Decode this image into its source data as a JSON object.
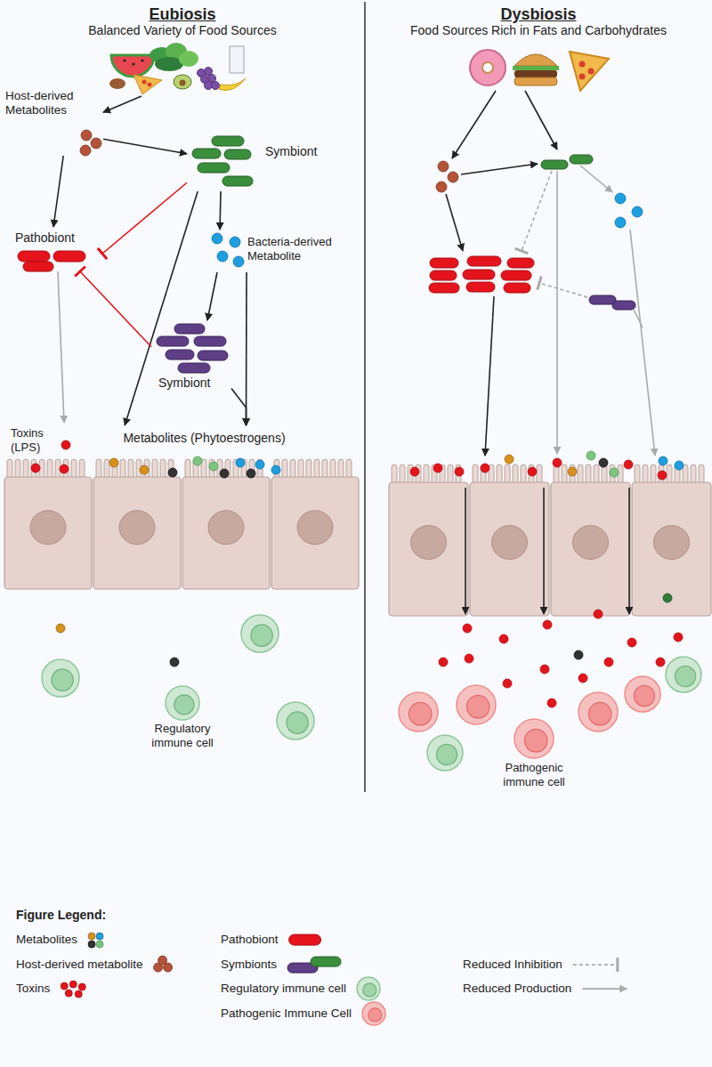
{
  "diagram": {
    "nodes": [
      {
        "text": [
          "Balanced Variety of Food Sources"
        ]
      },
      {
        "text": [
          "Host-derived Metabolites"
        ]
      },
      {
        "text": [
          "Symbiont"
        ]
      },
      {
        "text": [
          "Pathobiont"
        ]
      },
      {
        "text": [
          "Bacteria-derived Metabolite"
        ]
      },
      {
        "text": [
          "Symbiont"
        ]
      },
      {
        "text": [
          "Toxins (LPS)"
        ]
      },
      {
        "text": [
          "Metabolites (Phytoestrogens)"
        ]
      },
      {
        "text": [
          "Regulatory immune cell"
        ]
      },
      {
        "text": [
          "Food Sources Rich in Fats and Carbohydrates"
        ]
      },
      {
        "text": [
          "Pathogenic immune cell"
        ]
      }
    ],
    "edges": [
      {
        "from": 0,
        "to": 1,
        "arrow": "to"
      },
      {
        "from": 1,
        "to": 2,
        "arrow": "to"
      },
      {
        "from": 1,
        "to": 3,
        "arrow": "to"
      },
      {
        "from": 2,
        "to": 3,
        "arrow": "to"
      },
      {
        "from": 2,
        "to": 4,
        "arrow": "to"
      },
      {
        "from": 2,
        "to": 7,
        "arrow": "to"
      },
      {
        "from": 4,
        "to": 5,
        "arrow": "to"
      },
      {
        "from": 4,
        "to": 7,
        "arrow": "to"
      },
      {
        "from": 5,
        "to": 7,
        "arrow": "to"
      },
      {
        "from": 5,
        "to": 3,
        "arrow": "to"
      },
      {
        "from": 3,
        "to": 6,
        "arrow": "to"
      }
    ],
    "labels": [
      "Eubiosis",
      "Dysbiosis",
      "Figure Legend:"
    ],
    "legend": [
      {
        "text": "Metabolites"
      },
      {
        "text": "Host-derived metabolite"
      },
      {
        "text": "Toxins"
      },
      {
        "text": "Pathobiont"
      },
      {
        "text": "Symbionts"
      },
      {
        "text": "Regulatory immune cell"
      },
      {
        "text": "Pathogenic Immune Cell"
      },
      {
        "text": "Reduced Inhibition"
      },
      {
        "text": "Reduced Production"
      }
    ]
  }
}
